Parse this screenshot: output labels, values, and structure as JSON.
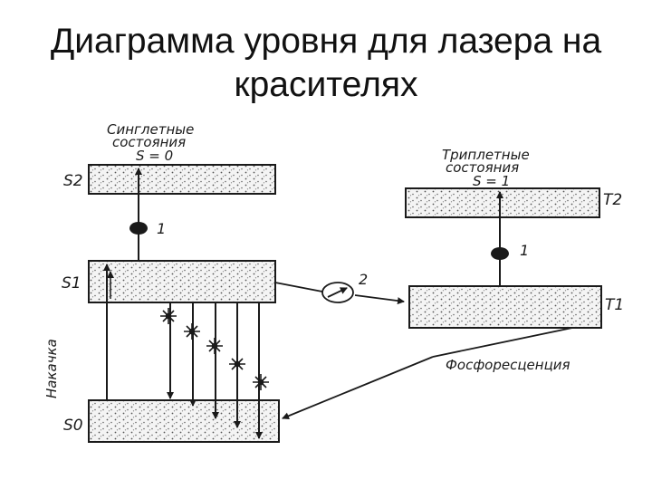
{
  "slide": {
    "title_line1": "Диаграмма уровня для лазера на",
    "title_line2": "красителях"
  },
  "diagram": {
    "singlet_header": [
      "Синглетные",
      "состояния",
      "S = 0"
    ],
    "triplet_header": [
      "Триплетные",
      "состояния",
      "S = 1"
    ],
    "levels": {
      "s2": "S2",
      "s1": "S1",
      "s0": "S0",
      "t2": "T2",
      "t1": "T1"
    },
    "markers": {
      "singlet_transition": "1",
      "intersystem_crossing": "2",
      "triplet_transition": "1"
    },
    "pump_label": "Накачка",
    "phosphorescence_label": "Фосфоресценция",
    "colors": {
      "ink": "#1a1a1a",
      "band_fill": "#f2f2f2",
      "band_dots": "#555555"
    }
  }
}
